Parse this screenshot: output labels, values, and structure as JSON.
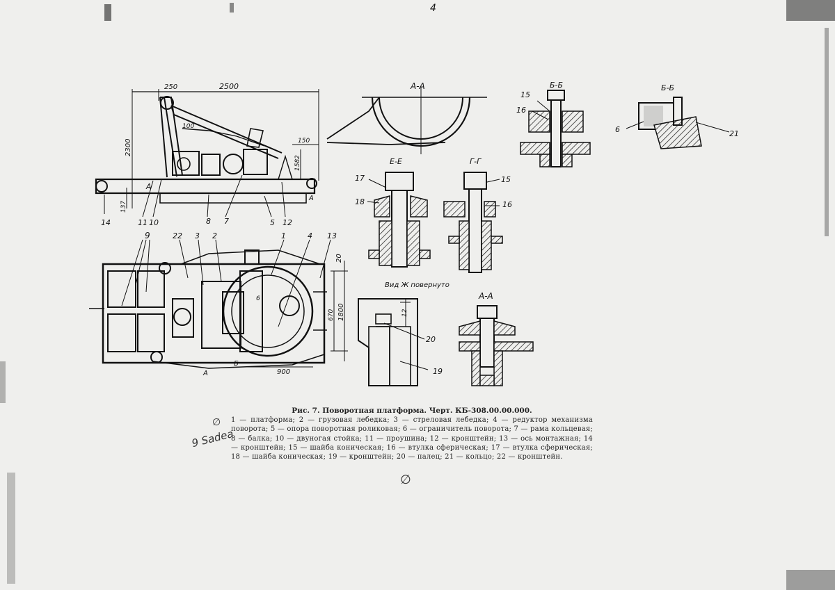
{
  "caption": {
    "title": "Рис. 7. Поворотная платформа. Черт. КБ-308.00.00.000.",
    "legend": "1 — платформа; 2 — грузовая лебедка; 3 — стреловая лебедка; 4 — редуктор механизма поворота; 5 — опора поворотная роликовая; 6 — ограничитель поворота; 7 — рама кольцевая; 8 — балка; 10 — двуногая стойка; 11 — проушина; 12 — кронштейн; 13 — ось монтажная; 14 — кронштейн; 15 — шайба коническая; 16 — втулка сферическая; 17 — втулка сферическая; 18 — шайба коническая; 19 — кронштейн; 20 — палец; 21 — кольцо; 22 — кронштейн."
  },
  "handwriting": {
    "note": "9 Sadea",
    "mark_a": "∅",
    "mark_b": "∅"
  },
  "top_mark": "4",
  "sections": {
    "aa_top": "А-А",
    "bb_1": "Б-Б",
    "bb_2": "Б-Б",
    "ee": "Е-Е",
    "gg": "Г-Г",
    "aa_bottom": "А-А",
    "view_zh": "Вид Ж повернуто"
  },
  "dimensions": {
    "d250": "250",
    "d2500": "2500",
    "d2300": "2300",
    "d100": "100",
    "d150": "150",
    "d1582": "1582",
    "d137": "137",
    "d20": "20",
    "d670": "670",
    "d1800": "1800",
    "d900": "900",
    "d12": "12"
  },
  "callouts": {
    "c1": "1",
    "c2": "2",
    "c3": "3",
    "c4": "4",
    "c5": "5",
    "c6": "6",
    "c7": "7",
    "c8": "8",
    "c9": "9",
    "c10": "10",
    "c11": "11",
    "c12": "12",
    "c13": "13",
    "c14": "14",
    "c15a": "15",
    "c15b": "15",
    "c16a": "16",
    "c16b": "16",
    "c17": "17",
    "c18": "18",
    "c19": "19",
    "c20": "20",
    "c21": "21",
    "c22": "22",
    "sA1": "А",
    "sA2": "А",
    "sA3": "А",
    "sB": "Б"
  }
}
